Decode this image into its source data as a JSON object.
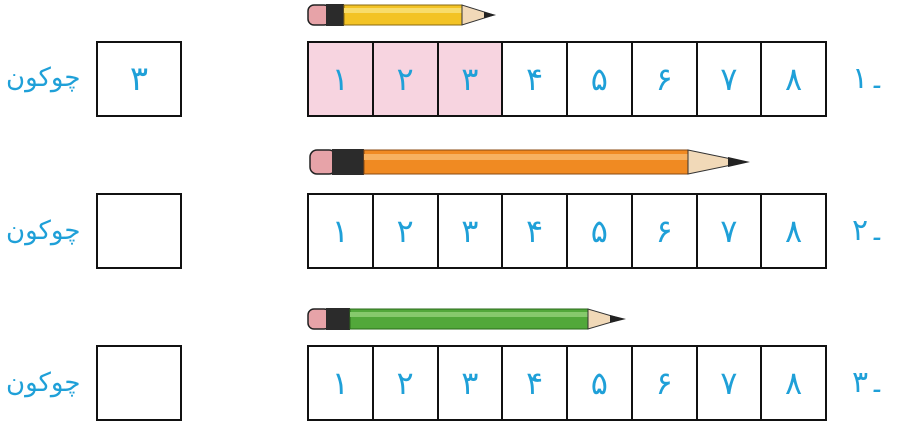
{
  "colors": {
    "digit": "#1fa0d8",
    "shade": "#f7d4e0",
    "pencil_yellow": "#f3c325",
    "pencil_orange": "#f08a22",
    "pencil_green": "#52a83a"
  },
  "cells": [
    "۱",
    "۲",
    "۳",
    "۴",
    "۵",
    "۶",
    "۷",
    "۸"
  ],
  "answer_word": "چوکون",
  "rows": [
    {
      "number": "۱۔",
      "answer": "۳",
      "shaded_count": 3,
      "pencil_color": "yellow"
    },
    {
      "number": "۲۔",
      "answer": "",
      "shaded_count": 0,
      "pencil_color": "orange"
    },
    {
      "number": "۳۔",
      "answer": "",
      "shaded_count": 0,
      "pencil_color": "green"
    }
  ]
}
